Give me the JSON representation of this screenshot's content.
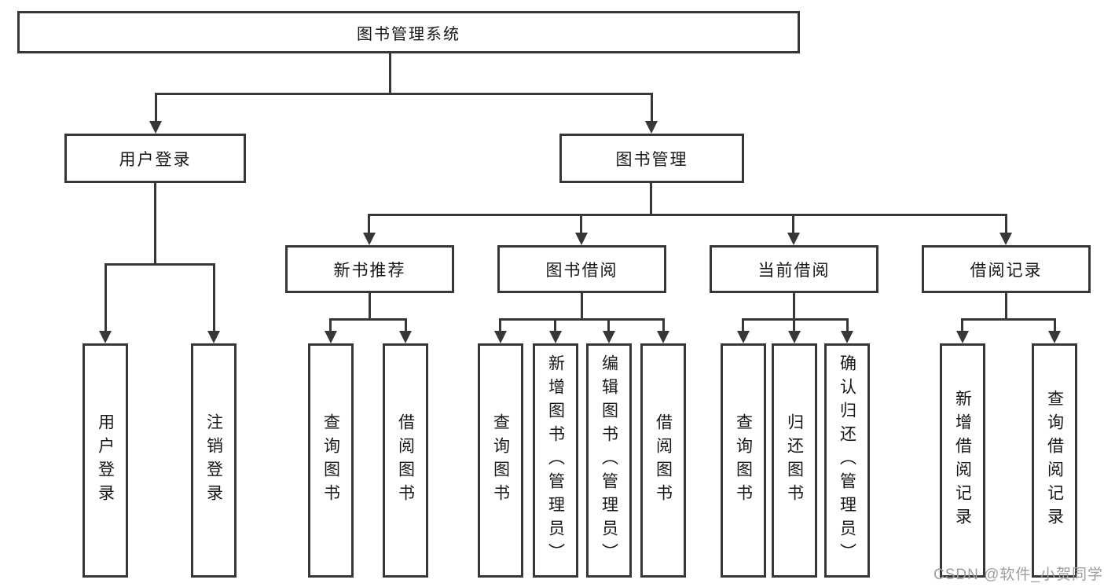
{
  "diagram": {
    "title": "图书管理系统",
    "line_color": "#373737",
    "watermark": "CSDN @软件_小贺同学",
    "level2": {
      "user": "用户登录",
      "mgmt": "图书管理"
    },
    "level3": {
      "recommend": "新书推荐",
      "borrow": "图书借阅",
      "current": "当前借阅",
      "records": "借阅记录"
    },
    "leaves": {
      "user": [
        "用户登录",
        "注销登录"
      ],
      "recommend": [
        "查询图书",
        "借阅图书"
      ],
      "borrow": [
        "查询图书",
        "新增图书（管理员）",
        "编辑图书（管理员）",
        "借阅图书"
      ],
      "current": [
        "查询图书",
        "归还图书",
        "确认归还（管理员）"
      ],
      "records": [
        "新增借阅记录",
        "查询借阅记录"
      ]
    }
  }
}
